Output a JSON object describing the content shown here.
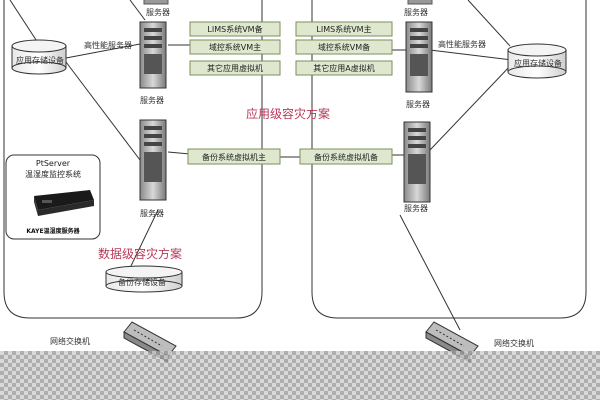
{
  "headings": {
    "application_dr": "应用级容灾方案",
    "data_dr": "数据级容灾方案"
  },
  "left_site": {
    "storage_label": "应用存储设备",
    "hp_server_label": "高性能服务器",
    "server_label": "服务器",
    "server_label_top": "服务器",
    "server_label_bottom": "服务器",
    "backup_storage_label": "备份存储设备",
    "switch_label": "网络交换机",
    "vm_boxes": [
      "LIMS系统VM备",
      "域控系统VM主",
      "其它应用虚拟机"
    ],
    "backup_box": "备份系统虚拟机主"
  },
  "right_site": {
    "storage_label": "应用存储设备",
    "hp_server_label": "高性能服务器",
    "server_label_top": "服务器",
    "server_label_mid": "服务器",
    "server_label_bottom": "服务器",
    "switch_label": "网络交换机",
    "vm_boxes": [
      "LIMS系统VM主",
      "域控系统VM备",
      "其它应用A虚拟机"
    ],
    "backup_box": "备份系统虚拟机备"
  },
  "inset": {
    "title_line1": "PtServer",
    "title_line2": "温湿度监控系统",
    "device_caption": "KAYE温湿度服务器"
  },
  "colors": {
    "box_fill": "#dfe8cf",
    "box_stroke": "#7d8f5e",
    "heading": "#b83a5a",
    "line": "#333333"
  }
}
